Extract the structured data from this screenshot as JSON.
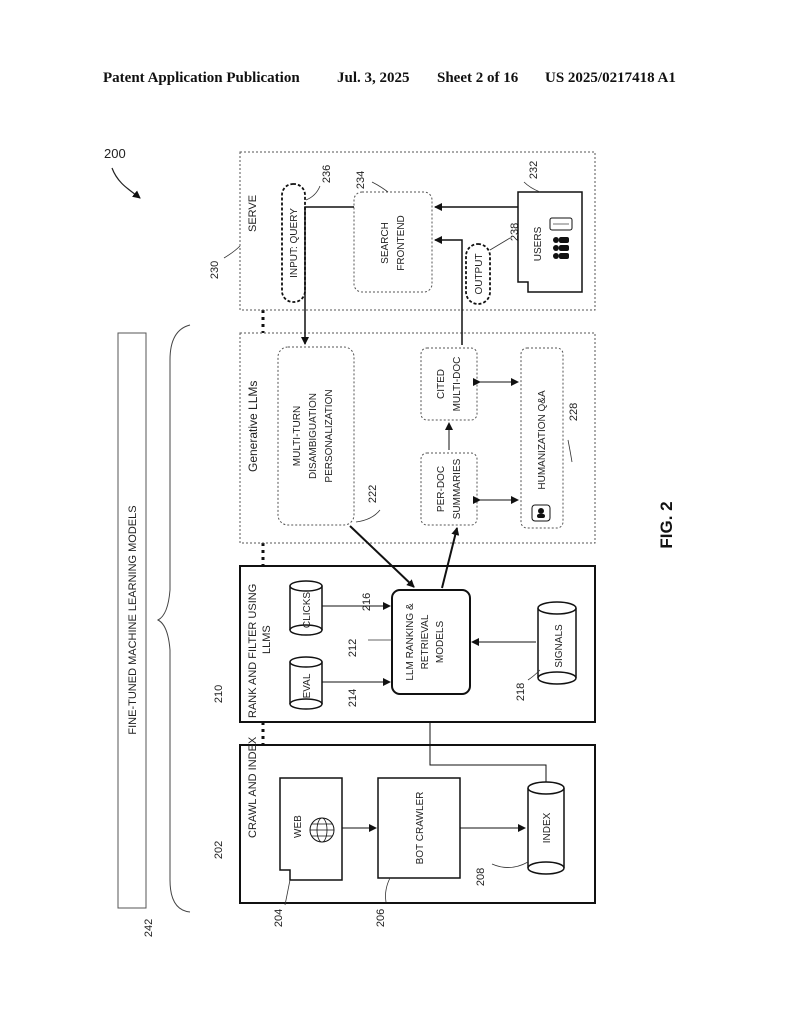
{
  "header": {
    "publication": "Patent Application Publication",
    "date": "Jul. 3, 2025",
    "sheet": "Sheet 2 of 16",
    "pub_number": "US 2025/0217418 A1"
  },
  "figure": {
    "label": "FIG. 2",
    "ref_main": "200",
    "ml_bar": {
      "text": "FINE-TUNED MACHINE LEARNING MODELS",
      "ref": "242"
    },
    "crawl": {
      "title": "CRAWL AND INDEX",
      "ref": "202",
      "web": "WEB",
      "web_ref": "204",
      "bot": "BOT CRAWLER",
      "bot_ref": "206",
      "index": "INDEX",
      "index_ref": "208"
    },
    "rank": {
      "title_line1": "RANK AND FILTER USING",
      "title_line2": "LLMS",
      "ref": "210",
      "llm_line1": "LLM RANKING &",
      "llm_line2": "RETRIEVAL",
      "llm_line3": "MODELS",
      "llm_ref": "212",
      "eval": "EVAL",
      "eval_ref": "214",
      "clicks": "CLICKS",
      "clicks_ref": "216",
      "signals": "SIGNALS",
      "signals_ref": "218"
    },
    "generative": {
      "title": "Generative LLMs",
      "multi_line1": "MULTI-TURN",
      "multi_line2": "DISAMBIGUATION",
      "multi_line3": "PERSONALIZATION",
      "multi_ref": "222",
      "perdoc_line1": "PER-DOC",
      "perdoc_line2": "SUMMARIES",
      "cited_line1": "CITED",
      "cited_line2": "MULTI-DOC",
      "human": "HUMANIZATION Q&A",
      "human_ref": "228"
    },
    "serve": {
      "title": "SERVE",
      "ref": "230",
      "users": "USERS",
      "users_ref": "232",
      "search_line1": "SEARCH",
      "search_line2": "FRONTEND",
      "search_ref": "234",
      "input": "INPUT: QUERY",
      "input_ref": "236",
      "output": "OUTPUT",
      "output_ref": "238"
    }
  }
}
